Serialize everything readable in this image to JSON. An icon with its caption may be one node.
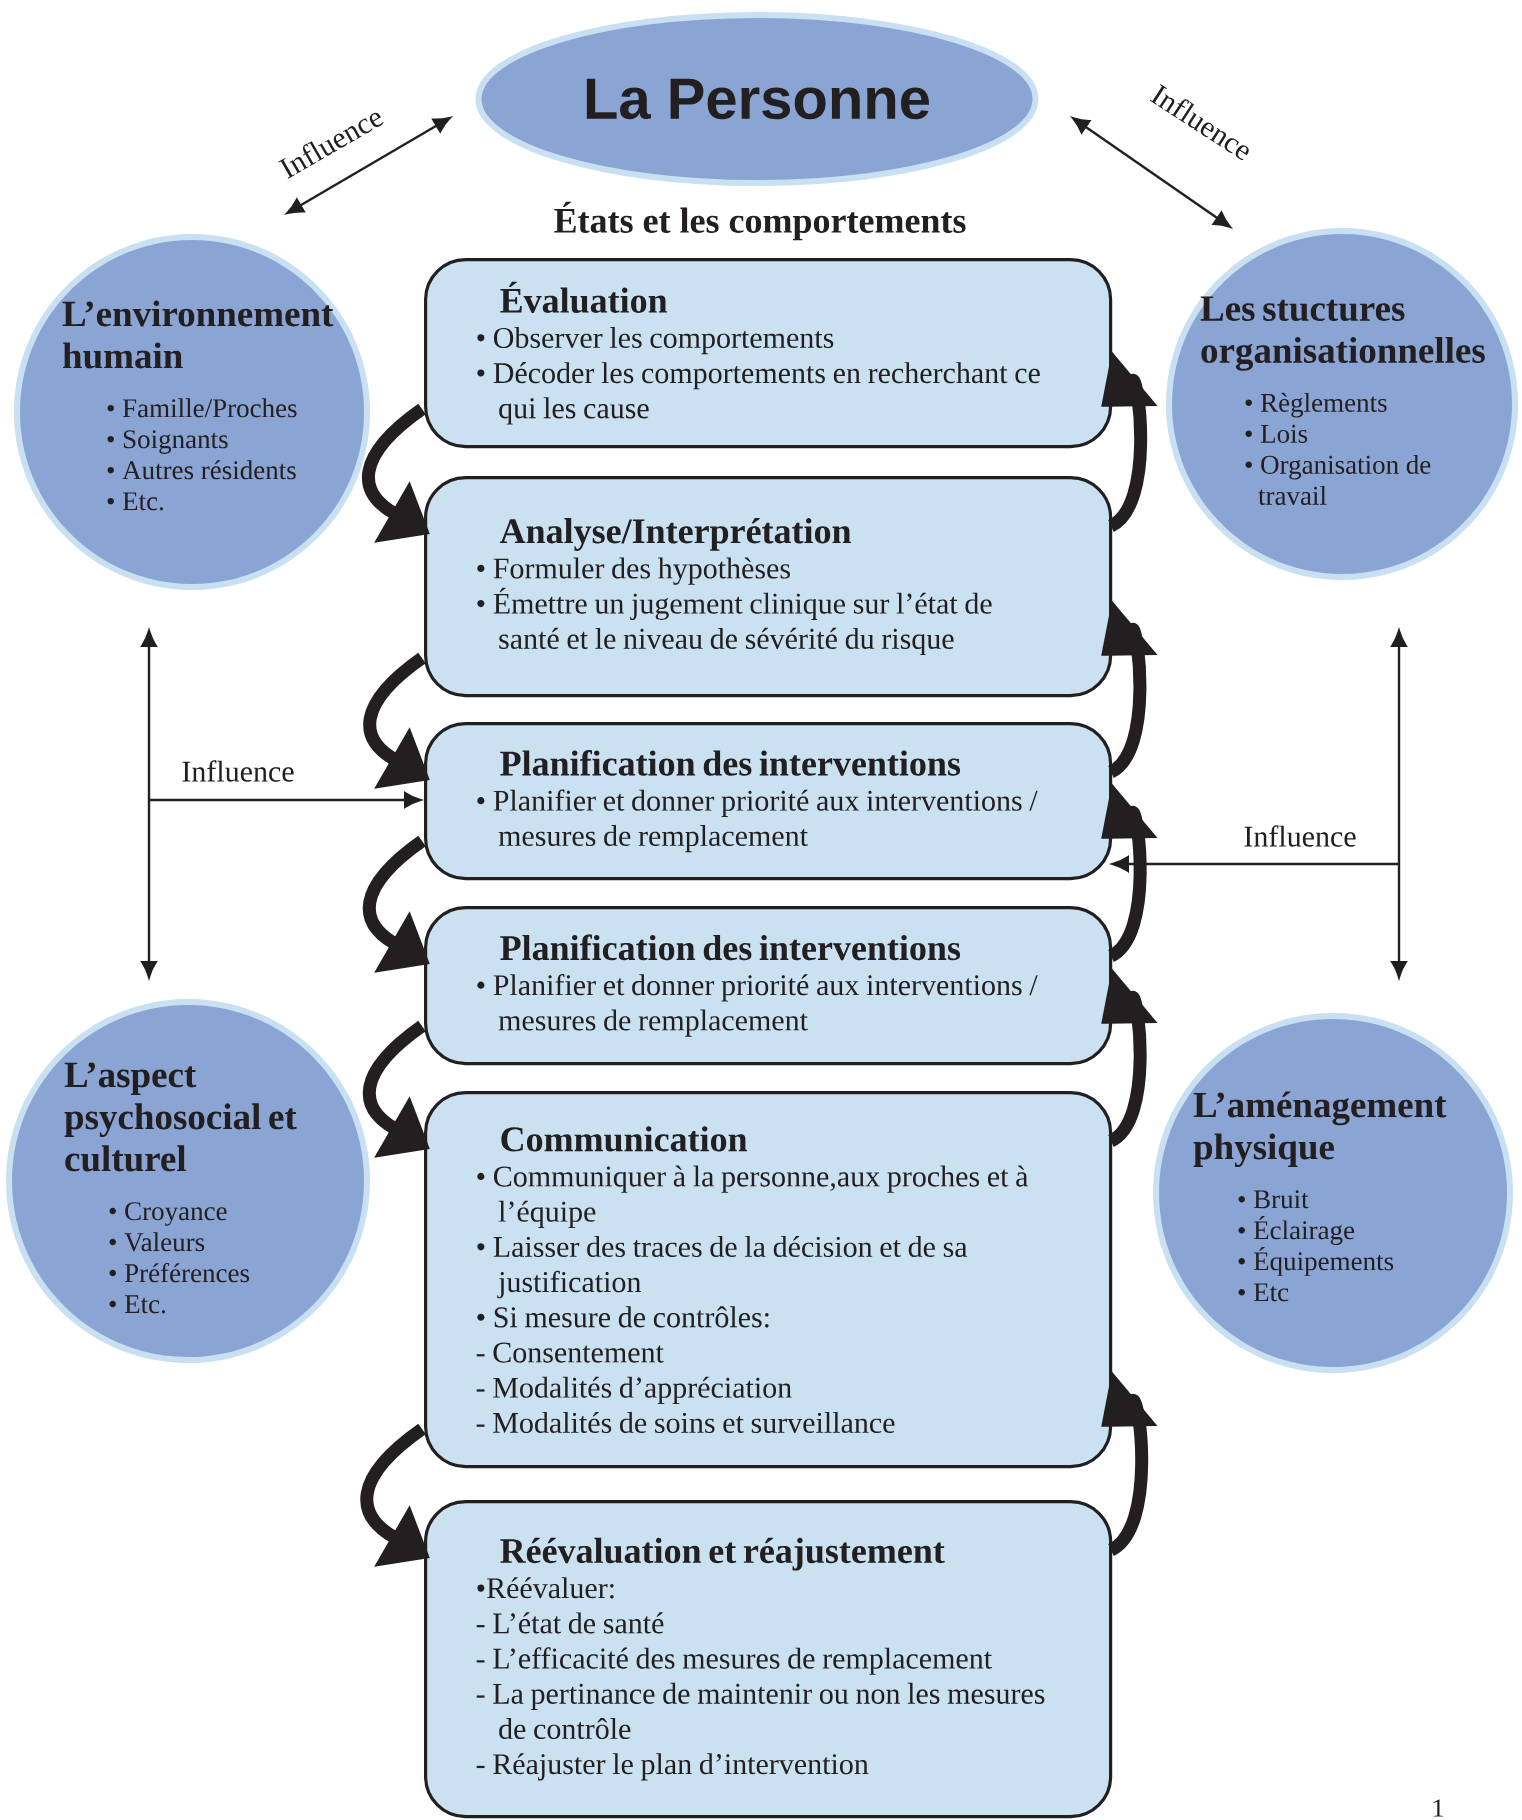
{
  "diagram": {
    "nodes": [
      {
        "text": [
          "La Personne"
        ]
      },
      {
        "text": [
          "L’environnement humain",
          "• Famille/Proches",
          "• Soignants",
          "• Autres résidents",
          "• Etc."
        ]
      },
      {
        "text": [
          "Les stuctures organisationnelles",
          "• Règlements",
          "• Lois",
          "• Organisation de travail"
        ]
      },
      {
        "text": [
          "Évaluation",
          "• Observer les comportements",
          "• Décoder les comportements en recherchant ce qui les cause"
        ]
      },
      {
        "text": [
          "Analyse/Interprétation",
          "• Formuler des hypothèses",
          "• Émettre un jugement clinique sur l’état de santé et le niveau de sévérité du risque"
        ]
      },
      {
        "text": [
          "Planification des interventions",
          "• Planifier et donner priorité aux interventions / mesures de remplacement"
        ]
      },
      {
        "text": [
          "Planification des interventions",
          "• Planifier et donner priorité aux interventions / mesures de remplacement"
        ]
      },
      {
        "text": [
          "Communication",
          "• Communiquer à la personne,aux proches et à l’équipe",
          "• Laisser des traces de la décision et de sa justification",
          "• Si mesure de contrôles:",
          "- Consentement",
          "- Modalités d’appréciation",
          "- Modalités de soins et surveillance"
        ]
      },
      {
        "text": [
          "Réévaluation et réajustement",
          "•Réévaluer:",
          "- L’état de santé",
          "- L’efficacité des mesures de remplacement",
          "- La pertinance de maintenir ou non les mesures de contrôle",
          "- Réajuster le plan d’intervention"
        ]
      },
      {
        "text": [
          "L’aspect psychosocial et culturel",
          "• Croyance",
          "• Valeurs",
          "• Préférences",
          "• Etc."
        ]
      },
      {
        "text": [
          "L’aménagement physique",
          "• Bruit",
          "• Éclairage",
          "• Équipements",
          "• Etc"
        ]
      }
    ],
    "edges": [
      {
        "from": 1,
        "to": 0,
        "arrow": "both",
        "label": "Influence"
      },
      {
        "from": 2,
        "to": 0,
        "arrow": "both",
        "label": "Influence"
      },
      {
        "from": 1,
        "to": 9,
        "arrow": "both"
      },
      {
        "from": null,
        "to": 5,
        "arrow": "to",
        "label": "Influence"
      },
      {
        "from": 2,
        "to": 10,
        "arrow": "both"
      },
      {
        "from": null,
        "to": 5,
        "arrow": "to",
        "label": "Influence"
      },
      {
        "from": 3,
        "to": 4,
        "arrow": "to"
      },
      {
        "from": 4,
        "to": 5,
        "arrow": "to"
      },
      {
        "from": 5,
        "to": 6,
        "arrow": "to"
      },
      {
        "from": 6,
        "to": 7,
        "arrow": "to"
      },
      {
        "from": 7,
        "to": 8,
        "arrow": "to"
      },
      {
        "from": 4,
        "to": 3,
        "arrow": "to"
      },
      {
        "from": 5,
        "to": 4,
        "arrow": "to"
      },
      {
        "from": 6,
        "to": 5,
        "arrow": "to"
      },
      {
        "from": 7,
        "to": 6,
        "arrow": "to"
      },
      {
        "from": 8,
        "to": 7,
        "arrow": "to"
      }
    ],
    "labels": [
      "États et les comportements",
      "1"
    ]
  }
}
